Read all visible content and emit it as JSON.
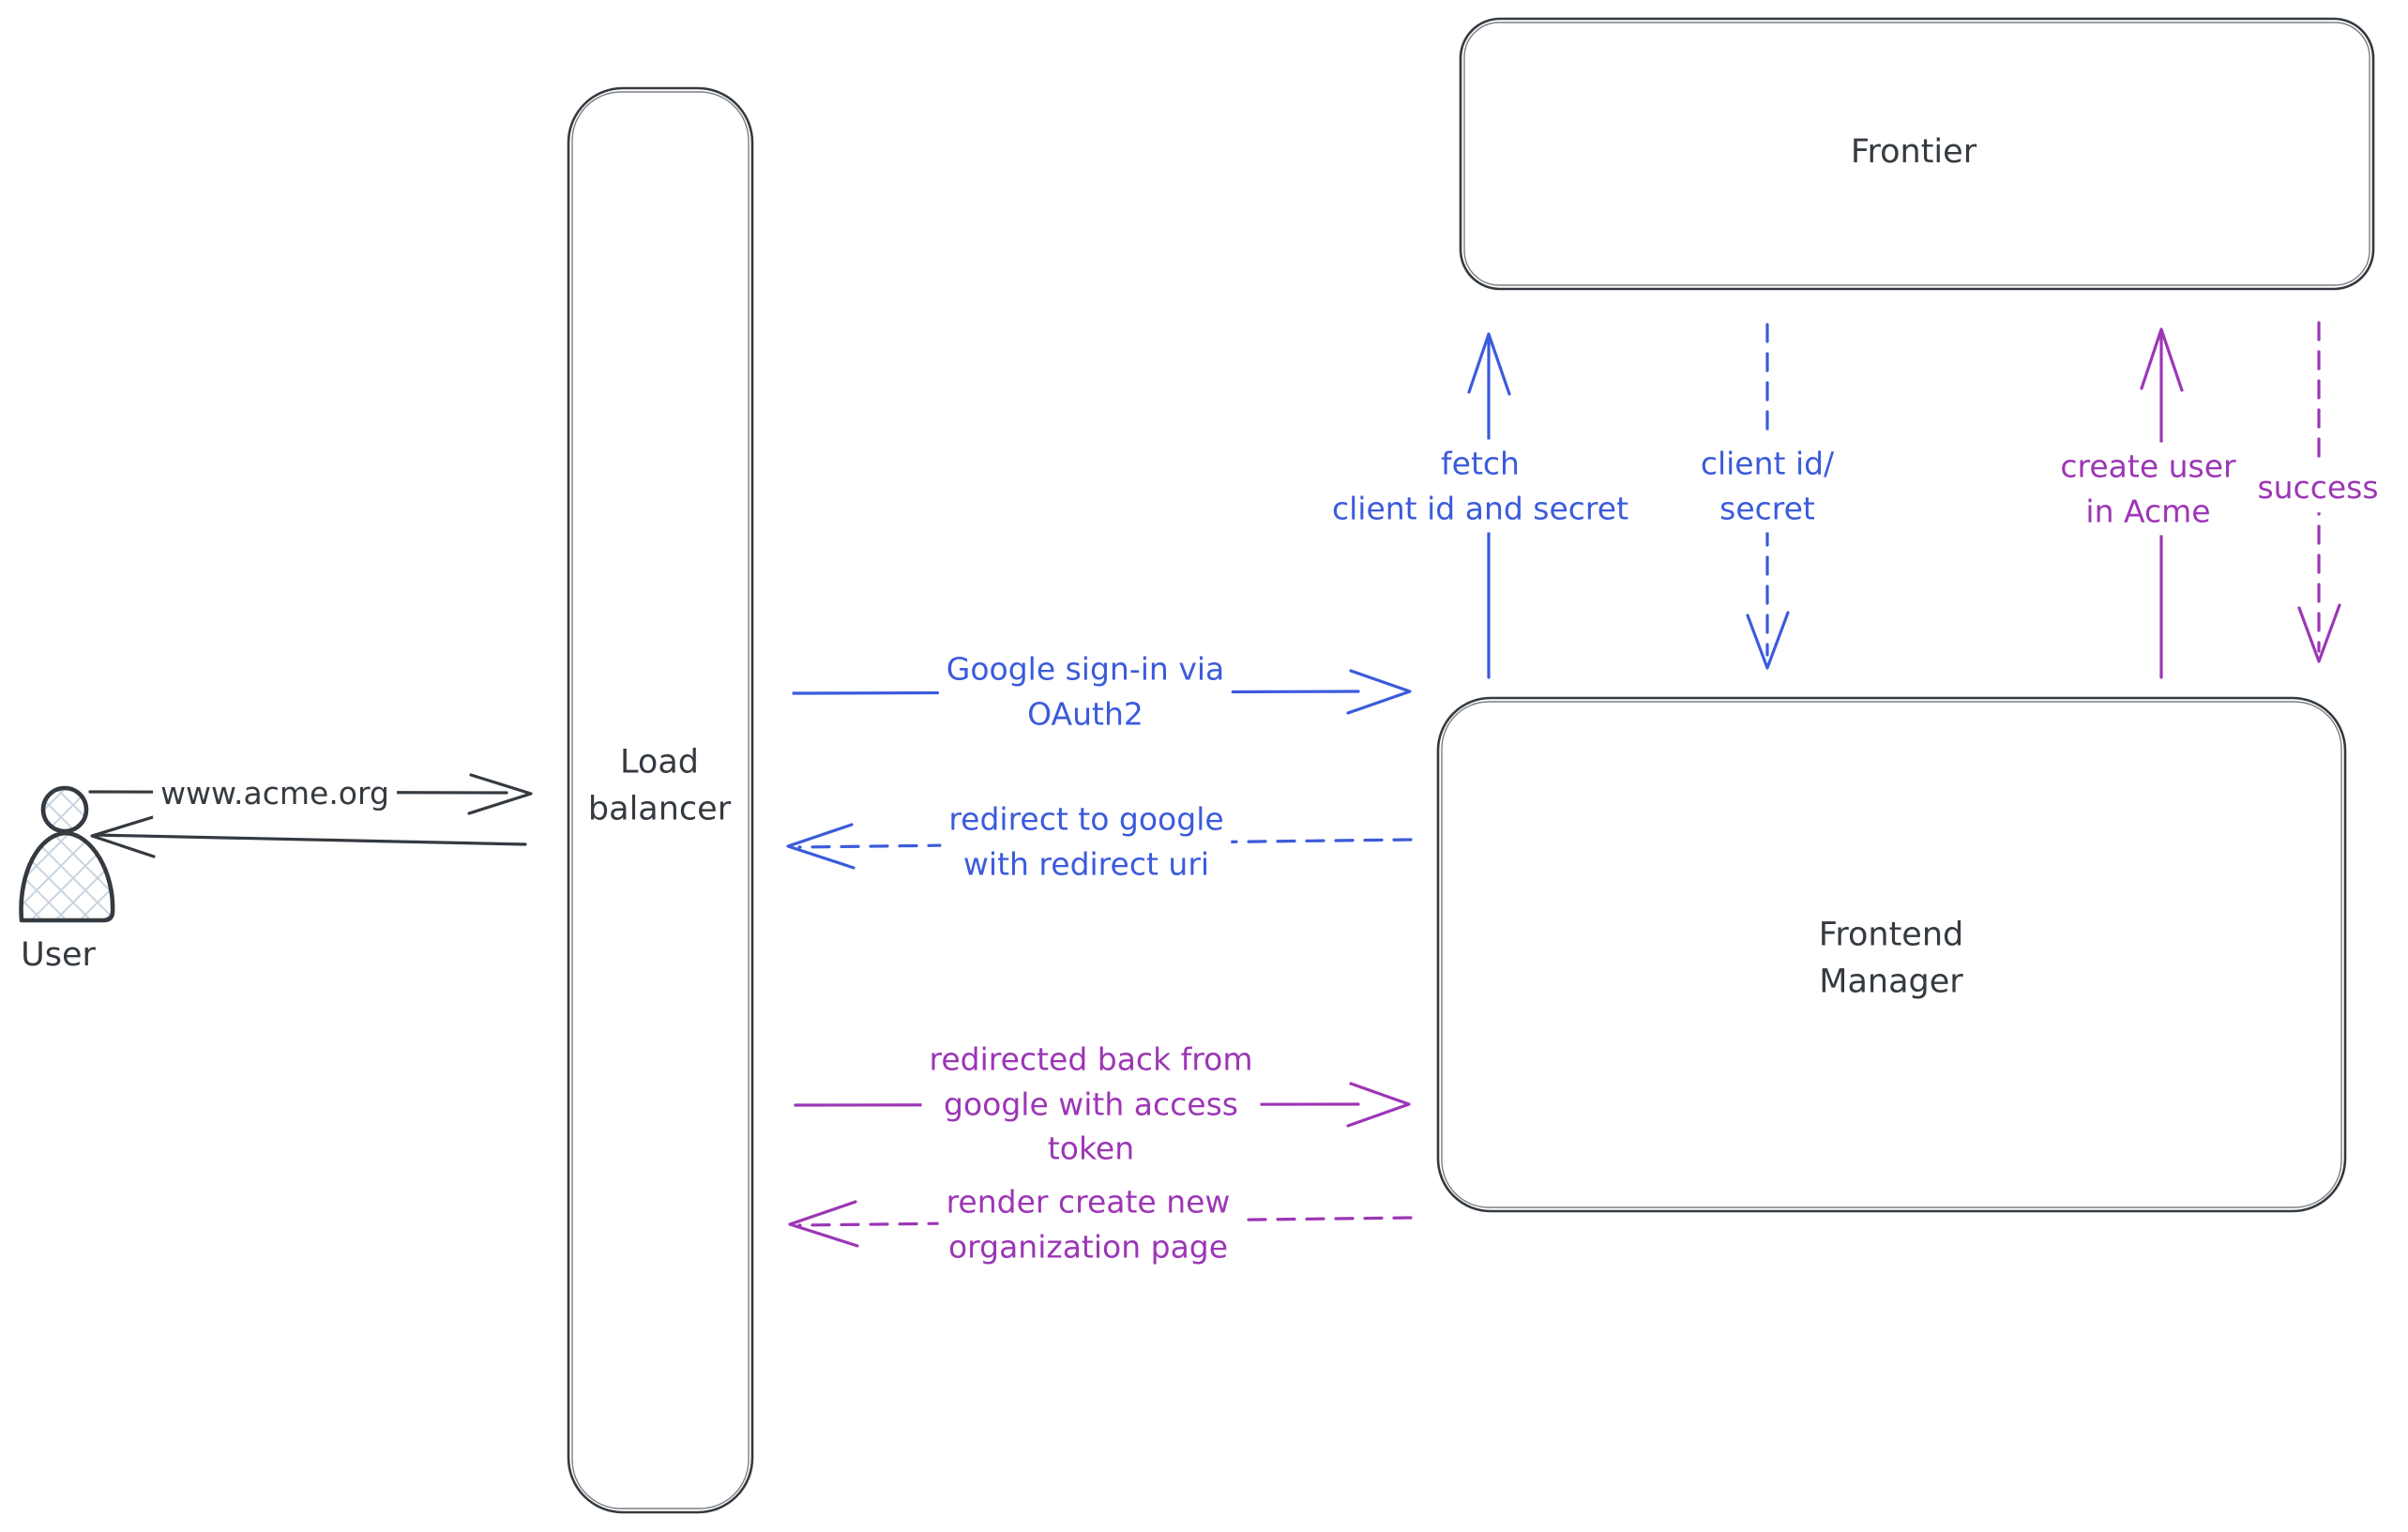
{
  "colors": {
    "dark": "#343a40",
    "blue": "#3b5bdb",
    "purple": "#9c36b5",
    "hatch": "#c9d4e0"
  },
  "nodes": {
    "user": {
      "label": "User"
    },
    "load_balancer": {
      "label": "Load\nbalancer"
    },
    "frontier": {
      "label": "Frontier"
    },
    "frontend_manager": {
      "label": "Frontend\nManager"
    }
  },
  "edges": {
    "www_acme": {
      "label": "www.acme.org",
      "style": "solid",
      "color": "dark",
      "direction": "right"
    },
    "response_to_user": {
      "label": "",
      "style": "solid",
      "color": "dark",
      "direction": "left"
    },
    "google_signin": {
      "label": "Google sign-in via\nOAuth2",
      "style": "solid",
      "color": "blue",
      "direction": "right"
    },
    "redirect_google": {
      "label": "redirect to google\nwith redirect uri",
      "style": "dashed",
      "color": "blue",
      "direction": "left"
    },
    "redirected_back": {
      "label": "redirected back from\ngoogle with access\ntoken",
      "style": "solid",
      "color": "purple",
      "direction": "right"
    },
    "render_org_page": {
      "label": "render create new\norganization page",
      "style": "dashed",
      "color": "purple",
      "direction": "left"
    },
    "fetch_client": {
      "label": "fetch\nclient id and secret",
      "style": "solid",
      "color": "blue",
      "direction": "up"
    },
    "client_id_secret": {
      "label": "client id/\nsecret",
      "style": "dashed",
      "color": "blue",
      "direction": "down"
    },
    "create_user": {
      "label": "create user\nin Acme",
      "style": "solid",
      "color": "purple",
      "direction": "up"
    },
    "success": {
      "label": "success",
      "style": "dashed",
      "color": "purple",
      "direction": "down"
    }
  }
}
